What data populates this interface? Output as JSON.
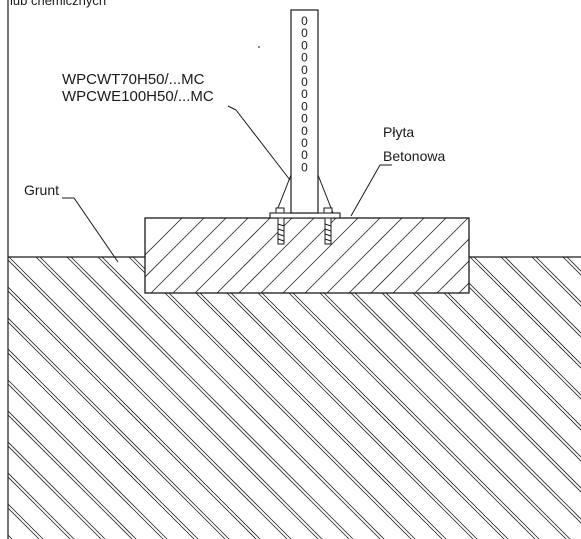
{
  "labels": {
    "cut_off_text": "lub chemicznych",
    "model_1": "WPCWT70H50/...MC",
    "model_2": "WPCWE100H50/...MC",
    "plate_line_1": "Płyta",
    "plate_line_2": "Betonowa",
    "ground": "Grunt"
  },
  "post_holes": [
    "0",
    "0",
    "0",
    "0",
    "0",
    "0",
    "0",
    "0",
    "0",
    "0",
    "0",
    "0",
    "0"
  ],
  "colors": {
    "line": "#1a1a1a",
    "background": "#ffffff"
  }
}
